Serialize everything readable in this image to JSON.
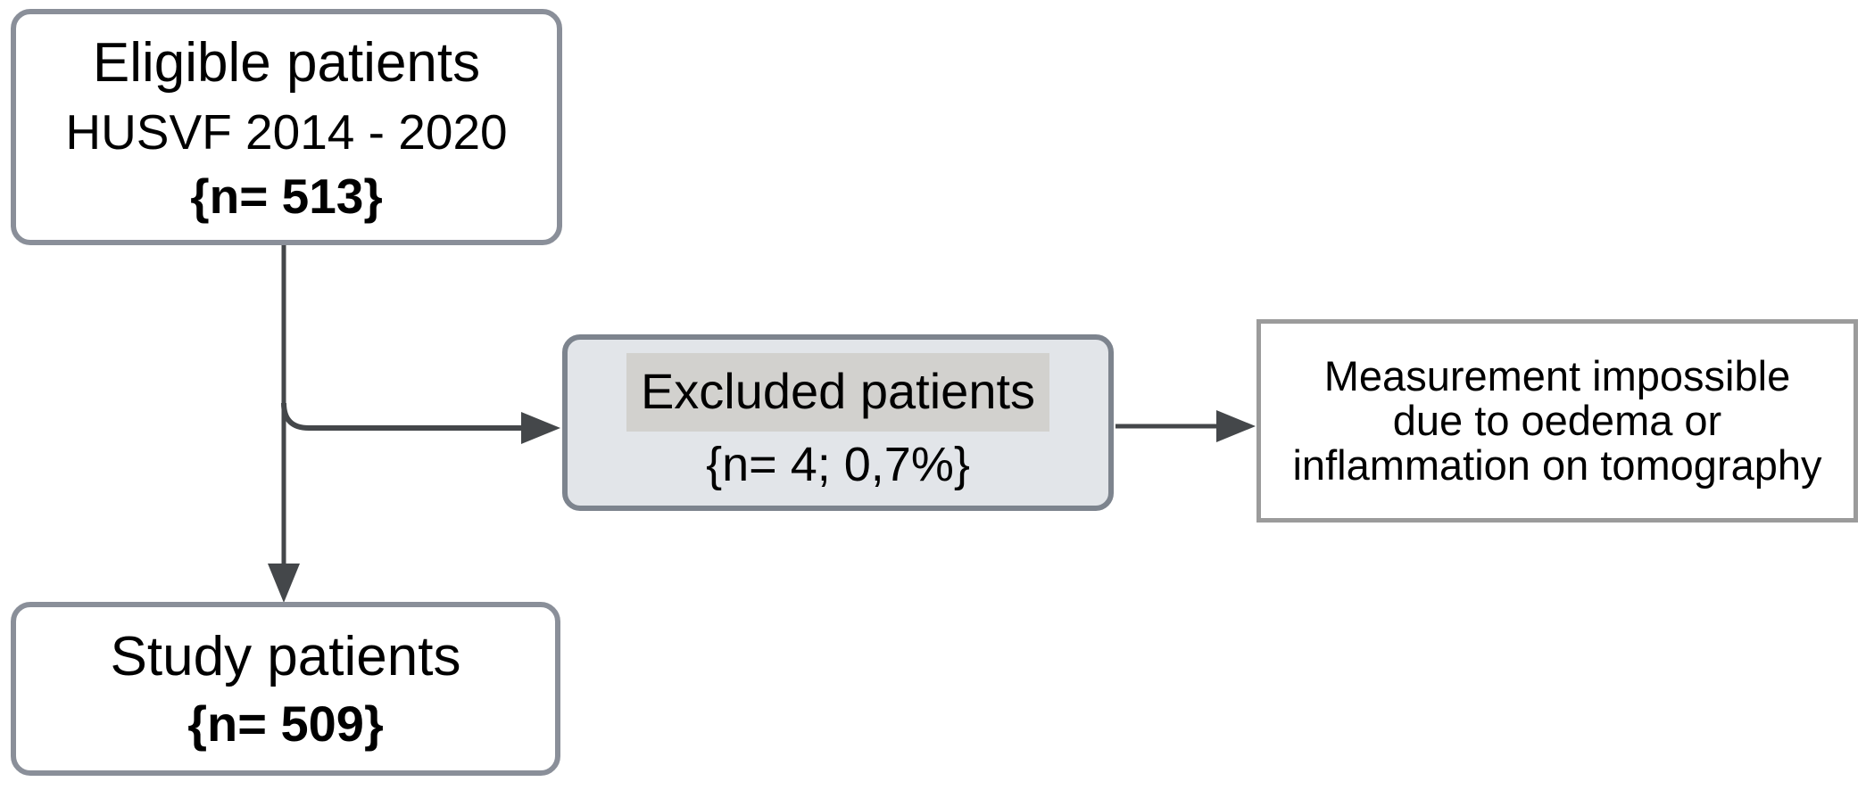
{
  "diagram": {
    "eligible": {
      "title": "Eligible patients",
      "subtitle": "HUSVF 2014 - 2020",
      "count": "{n= 513}"
    },
    "excluded": {
      "title": "Excluded patients",
      "count": "{n= 4; 0,7%}"
    },
    "study": {
      "title": "Study patients",
      "count": "{n= 509}"
    },
    "reason": {
      "lines": [
        "Measurement impossible",
        "due to oedema or",
        "inflammation on tomography"
      ]
    },
    "colors": {
      "rounded_box_border": "#8a8f99",
      "excluded_box_border": "#7d848e",
      "excluded_box_fill": "#e2e5e9",
      "excluded_title_highlight": "#d2d1ce",
      "reason_box_border": "#9b9b9b",
      "arrow": "#44474a",
      "text": "#000000",
      "background": "#ffffff"
    }
  }
}
